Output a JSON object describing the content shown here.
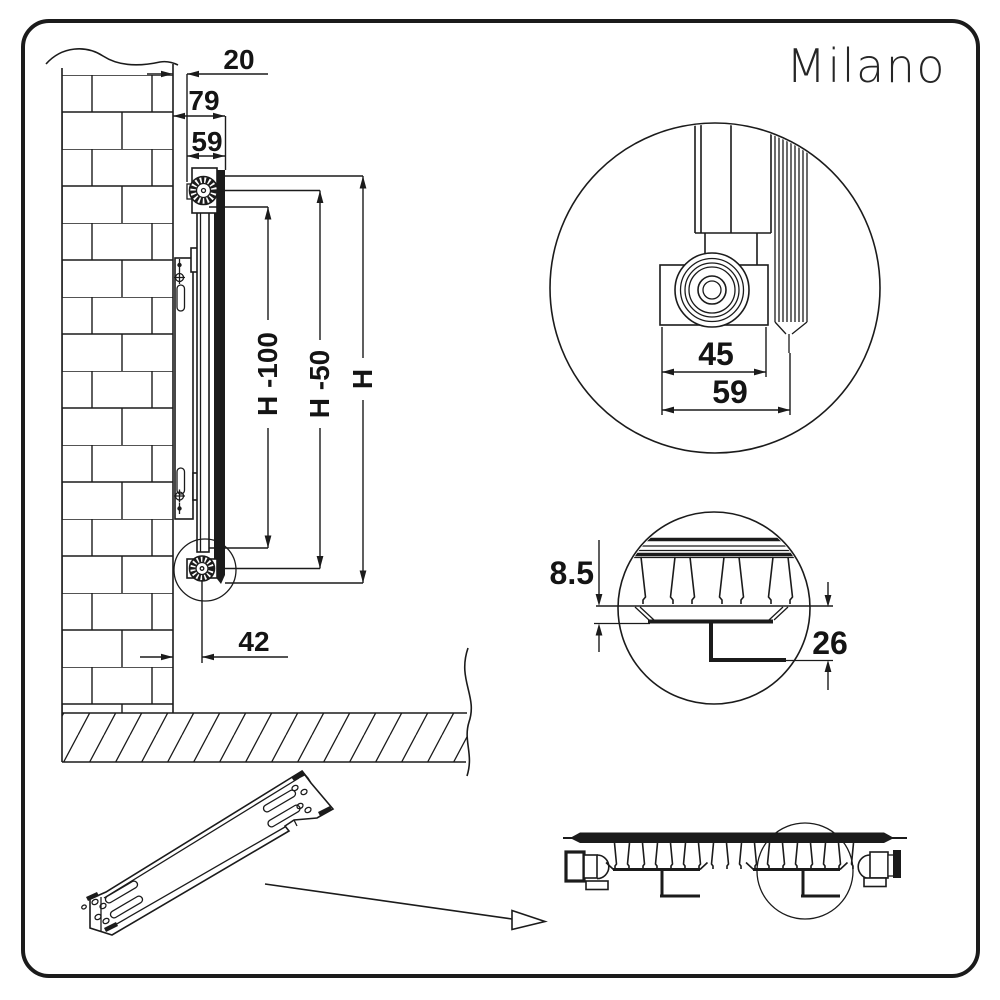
{
  "canvas": {
    "background": "#ffffff",
    "ink": "#1b1b1b"
  },
  "brand": {
    "logo_text": "Milano"
  },
  "side_view": {
    "dims": {
      "bracket_offset": "20",
      "wall_to_front": "79",
      "radiator_depth": "59",
      "height_minus_100": "H -100",
      "height_minus_50": "H -50",
      "height": "H",
      "bottom_clearance": "42"
    }
  },
  "top_detail": {
    "dims": {
      "inner_width": "45",
      "outer_width": "59"
    }
  },
  "section_detail": {
    "dims": {
      "fin_gap": "8.5",
      "hook_drop": "26"
    }
  }
}
